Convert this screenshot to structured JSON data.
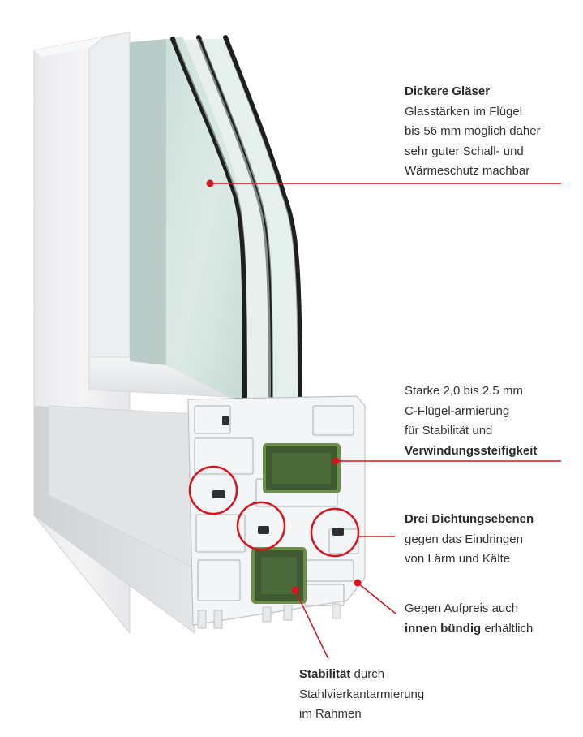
{
  "accent_color": "#d7141e",
  "annotations": {
    "glass": {
      "title": "Dickere Gläser",
      "lines": [
        "Glasstärken im Flügel",
        "bis 56 mm möglich daher",
        "sehr guter Schall- und",
        "Wärmeschutz machbar"
      ]
    },
    "reinforcement": {
      "lines": [
        "Starke 2,0 bis 2,5 mm",
        "C-Flügel-armierung",
        "für Stabilität und"
      ],
      "bold_line": "Verwindungssteifigkeit"
    },
    "seals": {
      "title": "Drei Dichtungsebenen",
      "lines": [
        "gegen das Eindringen",
        "von Lärm und Kälte"
      ]
    },
    "flush": {
      "line1": "Gegen Aufpreis auch",
      "bold": "innen bündig",
      "rest": " erhältlich"
    },
    "stability": {
      "bold": "Stabilität",
      "rest": " durch",
      "lines": [
        "Stahlvierkantarmierung",
        "im Rahmen"
      ]
    }
  }
}
